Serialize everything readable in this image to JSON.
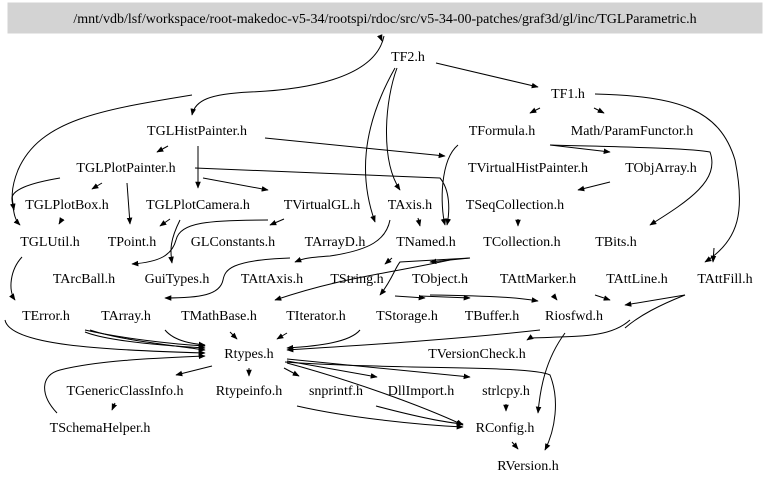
{
  "diagram": {
    "type": "include-dependency-graph",
    "root": "/mnt/vdb/lsf/workspace/root-makedoc-v5-34/rootspi/rdoc/src/v5-34-00-patches/graf3d/gl/inc/TGLParametric.h",
    "nodes": [
      {
        "id": "root",
        "label": "/mnt/vdb/lsf/workspace/root-makedoc-v5-34/rootspi/rdoc/src/v5-34-00-patches/graf3d/gl/inc/TGLParametric.h"
      },
      {
        "id": "TF2",
        "label": "TF2.h"
      },
      {
        "id": "TF1",
        "label": "TF1.h"
      },
      {
        "id": "TGLHistPainter",
        "label": "TGLHistPainter.h"
      },
      {
        "id": "TFormula",
        "label": "TFormula.h"
      },
      {
        "id": "ParamFunctor",
        "label": "Math/ParamFunctor.h"
      },
      {
        "id": "TGLPlotPainter",
        "label": "TGLPlotPainter.h"
      },
      {
        "id": "TVirtualHistPainter",
        "label": "TVirtualHistPainter.h"
      },
      {
        "id": "TObjArray",
        "label": "TObjArray.h"
      },
      {
        "id": "TGLPlotBox",
        "label": "TGLPlotBox.h"
      },
      {
        "id": "TGLPlotCamera",
        "label": "TGLPlotCamera.h"
      },
      {
        "id": "TVirtualGL",
        "label": "TVirtualGL.h"
      },
      {
        "id": "TAxis",
        "label": "TAxis.h"
      },
      {
        "id": "TSeqCollection",
        "label": "TSeqCollection.h"
      },
      {
        "id": "TGLUtil",
        "label": "TGLUtil.h"
      },
      {
        "id": "TPoint",
        "label": "TPoint.h"
      },
      {
        "id": "GLConstants",
        "label": "GLConstants.h"
      },
      {
        "id": "TArrayD",
        "label": "TArrayD.h"
      },
      {
        "id": "TNamed",
        "label": "TNamed.h"
      },
      {
        "id": "TCollection",
        "label": "TCollection.h"
      },
      {
        "id": "TBits",
        "label": "TBits.h"
      },
      {
        "id": "TArcBall",
        "label": "TArcBall.h"
      },
      {
        "id": "GuiTypes",
        "label": "GuiTypes.h"
      },
      {
        "id": "TAttAxis",
        "label": "TAttAxis.h"
      },
      {
        "id": "TString",
        "label": "TString.h"
      },
      {
        "id": "TObject",
        "label": "TObject.h"
      },
      {
        "id": "TAttMarker",
        "label": "TAttMarker.h"
      },
      {
        "id": "TAttLine",
        "label": "TAttLine.h"
      },
      {
        "id": "TAttFill",
        "label": "TAttFill.h"
      },
      {
        "id": "TError",
        "label": "TError.h"
      },
      {
        "id": "TArray",
        "label": "TArray.h"
      },
      {
        "id": "TMathBase",
        "label": "TMathBase.h"
      },
      {
        "id": "TIterator",
        "label": "TIterator.h"
      },
      {
        "id": "TStorage",
        "label": "TStorage.h"
      },
      {
        "id": "TBuffer",
        "label": "TBuffer.h"
      },
      {
        "id": "Riosfwd",
        "label": "Riosfwd.h"
      },
      {
        "id": "TVersionCheck",
        "label": "TVersionCheck.h"
      },
      {
        "id": "Rtypes",
        "label": "Rtypes.h"
      },
      {
        "id": "TGenericClassInfo",
        "label": "TGenericClassInfo.h"
      },
      {
        "id": "Rtypeinfo",
        "label": "Rtypeinfo.h"
      },
      {
        "id": "snprintf",
        "label": "snprintf.h"
      },
      {
        "id": "DllImport",
        "label": "DllImport.h"
      },
      {
        "id": "strlcpy",
        "label": "strlcpy.h"
      },
      {
        "id": "TSchemaHelper",
        "label": "TSchemaHelper.h"
      },
      {
        "id": "RConfig",
        "label": "RConfig.h"
      },
      {
        "id": "RVersion",
        "label": "RVersion.h"
      }
    ],
    "edges": [
      [
        "root",
        "TF2"
      ],
      [
        "root",
        "TGLHistPainter"
      ],
      [
        "root",
        "TGLUtil"
      ],
      [
        "TF2",
        "TF1"
      ],
      [
        "TF2",
        "TAxis"
      ],
      [
        "TF2",
        "TArrayD"
      ],
      [
        "TF1",
        "TFormula"
      ],
      [
        "TF1",
        "ParamFunctor"
      ],
      [
        "TF1",
        "TAttFill"
      ],
      [
        "TF1",
        "TAttLine"
      ],
      [
        "TFormula",
        "TObjArray"
      ],
      [
        "TFormula",
        "TBits"
      ],
      [
        "TFormula",
        "TNamed"
      ],
      [
        "TGLHistPainter",
        "TGLPlotPainter"
      ],
      [
        "TGLHistPainter",
        "TVirtualHistPainter"
      ],
      [
        "TGLHistPainter",
        "TGLPlotCamera"
      ],
      [
        "TGLPlotPainter",
        "TGLPlotBox"
      ],
      [
        "TGLPlotPainter",
        "TVirtualGL"
      ],
      [
        "TGLPlotPainter",
        "TGLUtil"
      ],
      [
        "TGLPlotPainter",
        "TPoint"
      ],
      [
        "TGLPlotPainter",
        "TNamed"
      ],
      [
        "TObjArray",
        "TSeqCollection"
      ],
      [
        "TGLPlotBox",
        "TGLUtil"
      ],
      [
        "TGLPlotCamera",
        "TPoint"
      ],
      [
        "TGLPlotCamera",
        "TArcBall"
      ],
      [
        "TGLPlotCamera",
        "GuiTypes"
      ],
      [
        "TVirtualGL",
        "GLConstants"
      ],
      [
        "TVirtualGL",
        "GuiTypes"
      ],
      [
        "TAxis",
        "TNamed"
      ],
      [
        "TAxis",
        "TAttAxis"
      ],
      [
        "TSeqCollection",
        "TCollection"
      ],
      [
        "TGLUtil",
        "TError"
      ],
      [
        "TArrayD",
        "TArray"
      ],
      [
        "TNamed",
        "TObject"
      ],
      [
        "TNamed",
        "TString"
      ],
      [
        "TCollection",
        "TObject"
      ],
      [
        "TCollection",
        "TIterator"
      ],
      [
        "TObject",
        "TStorage"
      ],
      [
        "TObject",
        "TBuffer"
      ],
      [
        "TObject",
        "Riosfwd"
      ],
      [
        "TObject",
        "TVersionCheck"
      ],
      [
        "TAttMarker",
        "Riosfwd"
      ],
      [
        "TAttLine",
        "Riosfwd"
      ],
      [
        "TAttFill",
        "Riosfwd"
      ],
      [
        "TString",
        "TMathBase"
      ],
      [
        "TString",
        "Riosfwd"
      ],
      [
        "TError",
        "Rtypes"
      ],
      [
        "TArray",
        "Rtypes"
      ],
      [
        "TMathBase",
        "Rtypes"
      ],
      [
        "TIterator",
        "Rtypes"
      ],
      [
        "TStorage",
        "Rtypes"
      ],
      [
        "TBuffer",
        "Rtypes"
      ],
      [
        "Riosfwd",
        "RConfig"
      ],
      [
        "TArcBall",
        "Rtypes"
      ],
      [
        "GuiTypes",
        "Rtypes"
      ],
      [
        "TVersionCheck",
        "RVersion"
      ],
      [
        "Rtypes",
        "TGenericClassInfo"
      ],
      [
        "Rtypes",
        "Rtypeinfo"
      ],
      [
        "Rtypes",
        "snprintf"
      ],
      [
        "Rtypes",
        "DllImport"
      ],
      [
        "Rtypes",
        "strlcpy"
      ],
      [
        "Rtypes",
        "RConfig"
      ],
      [
        "TGenericClassInfo",
        "TSchemaHelper"
      ],
      [
        "TSchemaHelper",
        "Rtypes"
      ],
      [
        "snprintf",
        "RConfig"
      ],
      [
        "DllImport",
        "RConfig"
      ],
      [
        "strlcpy",
        "RConfig"
      ],
      [
        "RConfig",
        "RVersion"
      ]
    ]
  }
}
